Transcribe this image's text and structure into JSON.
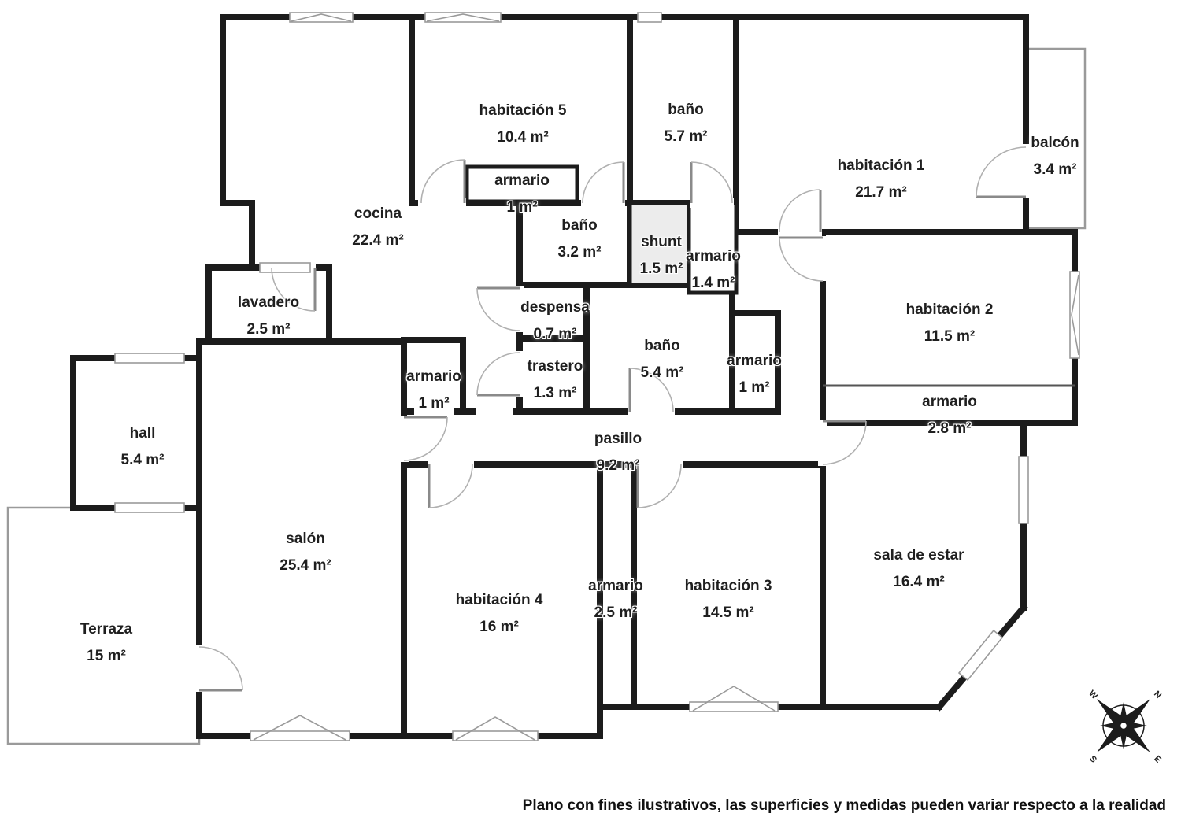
{
  "plan": {
    "rooms": [
      {
        "name": "habitación 5",
        "area": "10.4 m²"
      },
      {
        "name": "baño",
        "area": "5.7 m²"
      },
      {
        "name": "habitación 1",
        "area": "21.7 m²"
      },
      {
        "name": "balcón",
        "area": "3.4 m²"
      },
      {
        "name": "cocina",
        "area": "22.4 m²"
      },
      {
        "name": "armario",
        "area": "1 m²"
      },
      {
        "name": "baño",
        "area": "3.2 m²"
      },
      {
        "name": "shunt",
        "area": "1.5 m²"
      },
      {
        "name": "armario",
        "area": "1.4 m²"
      },
      {
        "name": "habitación 2",
        "area": "11.5 m²"
      },
      {
        "name": "lavadero",
        "area": "2.5 m²"
      },
      {
        "name": "despensa",
        "area": "0.7 m²"
      },
      {
        "name": "baño",
        "area": "5.4 m²"
      },
      {
        "name": "trastero",
        "area": "1.3 m²"
      },
      {
        "name": "armario",
        "area": "1 m²"
      },
      {
        "name": "armario",
        "area": "1 m²"
      },
      {
        "name": "armario",
        "area": "2.8 m²"
      },
      {
        "name": "hall",
        "area": "5.4 m²"
      },
      {
        "name": "pasillo",
        "area": "9.2 m²"
      },
      {
        "name": "salón",
        "area": "25.4 m²"
      },
      {
        "name": "Terraza",
        "area": "15 m²"
      },
      {
        "name": "habitación 4",
        "area": "16 m²"
      },
      {
        "name": "armario",
        "area": "2.5 m²"
      },
      {
        "name": "habitación 3",
        "area": "14.5 m²"
      },
      {
        "name": "sala de estar",
        "area": "16.4 m²"
      }
    ],
    "compass": {
      "n": "N",
      "e": "E",
      "s": "S",
      "w": "W"
    },
    "disclaimer": "Plano con fines ilustrativos, las superficies y medidas pueden variar respecto a la realidad",
    "colors": {
      "wall": "#1c1c1c",
      "thin_outline": "#9a9a9a",
      "shunt_fill": "#ececec"
    }
  }
}
